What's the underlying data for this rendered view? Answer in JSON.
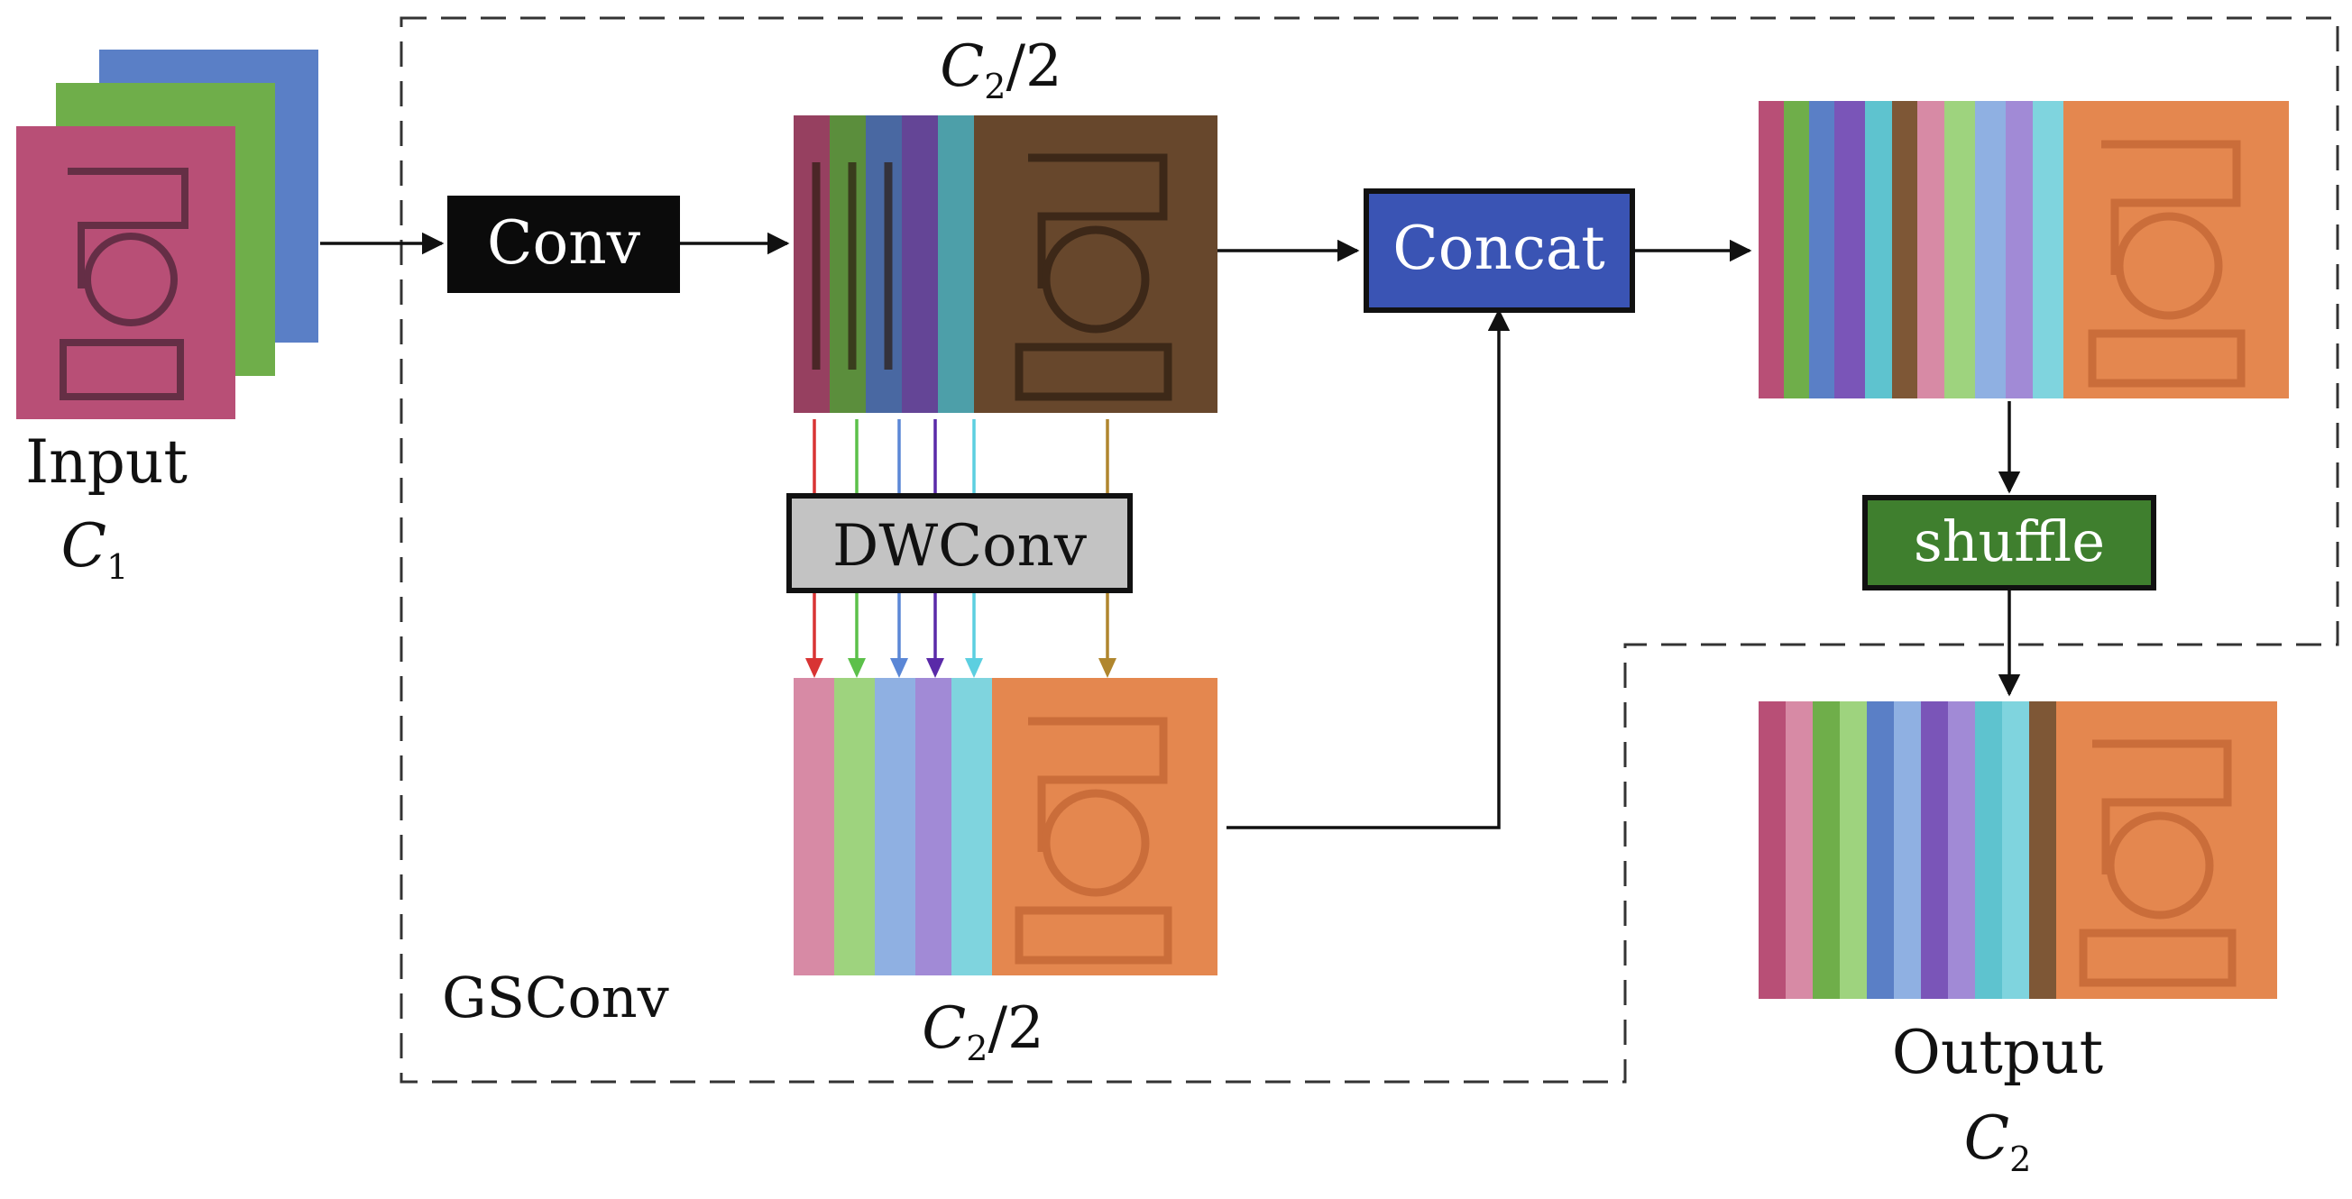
{
  "input": {
    "label": "Input",
    "channel_symbol": "C",
    "channel_sub": "1"
  },
  "output": {
    "label": "Output",
    "channel_symbol": "C",
    "channel_sub": "2"
  },
  "ops": {
    "conv": "Conv",
    "dwconv": "DWConv",
    "concat": "Concat",
    "shuffle": "shuffle"
  },
  "module_label": "GSConv",
  "half_channels": {
    "symbol": "C",
    "sub": "2",
    "suffix": "/2"
  },
  "colors": {
    "conv_box": "#0b0b0b",
    "dwconv_box": "#c3c3c3",
    "concat_box": "#3a54b4",
    "shuffle_box": "#3f7f2e",
    "map_pink": "#b84f76",
    "map_green": "#6fae4a",
    "map_blue": "#5a7fc6",
    "map_purple": "#7a55b8",
    "map_cyan": "#5ec3cf",
    "map_brown": "#7e5736",
    "map_orange": "#e4874f",
    "arrow_red": "#d83434",
    "arrow_green": "#5cc04a",
    "arrow_blue": "#5b87d6",
    "arrow_purple": "#5a2aa8",
    "arrow_cyan": "#5ccfe0",
    "arrow_brown": "#b0862e"
  }
}
